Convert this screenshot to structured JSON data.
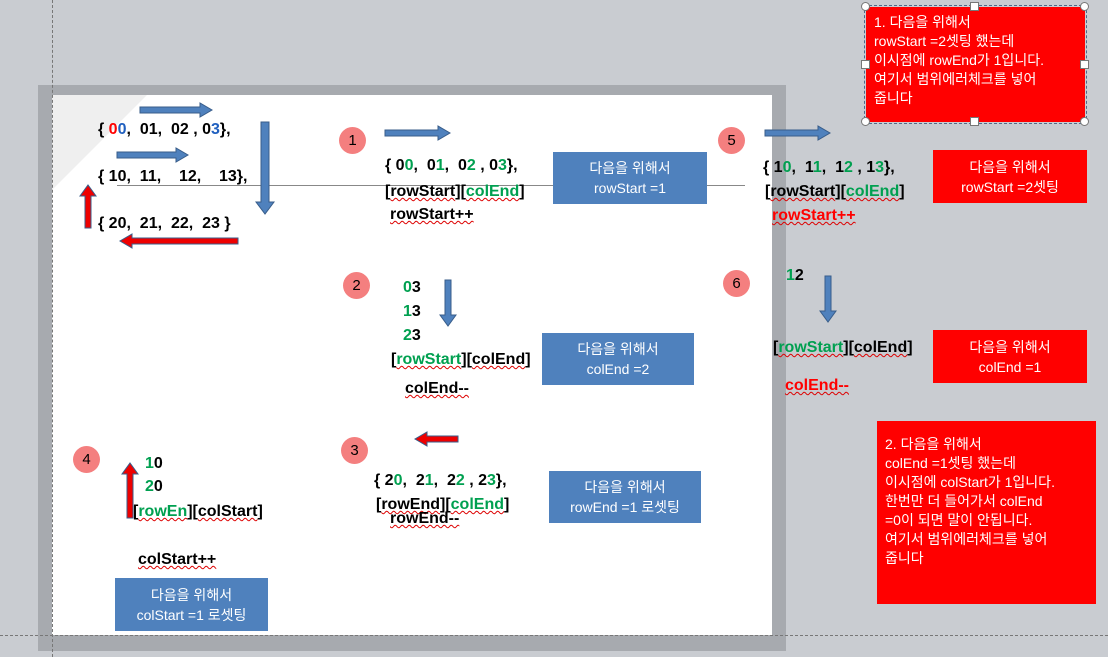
{
  "colors": {
    "blue_box": "#4f81bd",
    "red_box": "#ff0000",
    "green": "#00a050",
    "step_circle": "#f47f7f"
  },
  "matrix": [
    [
      {
        "t": "{ "
      },
      {
        "t": "0",
        "c": "#ff0000"
      },
      {
        "t": "0",
        "c": "#1f5fbf"
      },
      {
        "t": ",  01,  02 , 0"
      },
      {
        "t": "3",
        "c": "#1f5fbf"
      },
      {
        "t": "},"
      }
    ],
    [
      {
        "t": "{ 10,  11,    12,    13},"
      }
    ],
    [
      {
        "t": "{ 20,  21,  22,  23 }"
      }
    ]
  ],
  "steps": [
    {
      "num": "1",
      "lines": [
        [
          {
            "t": "{ 0"
          },
          {
            "t": "0",
            "c": "#00a050"
          },
          {
            "t": ",  0"
          },
          {
            "t": "1",
            "c": "#00a050"
          },
          {
            "t": ",  0"
          },
          {
            "t": "2",
            "c": "#00a050"
          },
          {
            "t": " , 0"
          },
          {
            "t": "3",
            "c": "#00a050"
          },
          {
            "t": "},"
          }
        ],
        [
          {
            "t": "["
          },
          {
            "t": "rowStart",
            "s": 1
          },
          {
            "t": "]["
          },
          {
            "t": "colEnd",
            "c": "#00a050",
            "s": 1
          },
          {
            "t": "]"
          }
        ],
        [
          {
            "t": "rowStart++",
            "s": 1
          }
        ]
      ],
      "box": [
        "다음을 위해서",
        "rowStart =1"
      ]
    },
    {
      "num": "2",
      "lines": [
        [
          {
            "t": "0",
            "c": "#00a050"
          },
          {
            "t": "3"
          }
        ],
        [
          {
            "t": "1",
            "c": "#00a050"
          },
          {
            "t": "3"
          }
        ],
        [
          {
            "t": "2",
            "c": "#00a050"
          },
          {
            "t": "3"
          }
        ],
        [
          {
            "t": "["
          },
          {
            "t": "rowStart",
            "c": "#00a050",
            "s": 1
          },
          {
            "t": "]["
          },
          {
            "t": "colEnd",
            "s": 1
          },
          {
            "t": "]"
          }
        ],
        [
          {
            "t": "colEnd--",
            "s": 1
          }
        ]
      ],
      "box": [
        "다음을 위해서",
        "colEnd =2"
      ]
    },
    {
      "num": "3",
      "lines": [
        [
          {
            "t": "{ 2"
          },
          {
            "t": "0",
            "c": "#00a050"
          },
          {
            "t": ",  2"
          },
          {
            "t": "1",
            "c": "#00a050"
          },
          {
            "t": ",  2"
          },
          {
            "t": "2",
            "c": "#00a050"
          },
          {
            "t": " , 2"
          },
          {
            "t": "3",
            "c": "#00a050"
          },
          {
            "t": "},"
          }
        ],
        [
          {
            "t": "["
          },
          {
            "t": "rowEnd",
            "s": 1
          },
          {
            "t": "]["
          },
          {
            "t": "colEnd",
            "c": "#00a050",
            "s": 1
          },
          {
            "t": "]"
          }
        ],
        [
          {
            "t": "rowEnd--",
            "s": 1
          }
        ]
      ],
      "box": [
        "다음을 위해서",
        "rowEnd =1 로셋팅"
      ]
    },
    {
      "num": "4",
      "lines": [
        [
          {
            "t": "1",
            "c": "#00a050"
          },
          {
            "t": "0"
          }
        ],
        [
          {
            "t": "2",
            "c": "#00a050"
          },
          {
            "t": "0"
          }
        ],
        [
          {
            "t": "["
          },
          {
            "t": "rowEn",
            "c": "#00a050",
            "s": 1
          },
          {
            "t": "]["
          },
          {
            "t": "colStart",
            "s": 1
          },
          {
            "t": "]"
          }
        ],
        [
          {
            "t": "colStart++",
            "s": 1
          }
        ]
      ],
      "box": [
        "다음을 위해서",
        "colStart =1 로셋팅"
      ]
    },
    {
      "num": "5",
      "lines": [
        [
          {
            "t": "{ 1"
          },
          {
            "t": "0",
            "c": "#00a050"
          },
          {
            "t": ",  1"
          },
          {
            "t": "1",
            "c": "#00a050"
          },
          {
            "t": ",  1"
          },
          {
            "t": "2",
            "c": "#00a050"
          },
          {
            "t": " , 1"
          },
          {
            "t": "3",
            "c": "#00a050"
          },
          {
            "t": "},"
          }
        ],
        [
          {
            "t": "["
          },
          {
            "t": "rowStart",
            "s": 1
          },
          {
            "t": "]["
          },
          {
            "t": "colEnd",
            "c": "#00a050",
            "s": 1
          },
          {
            "t": "]"
          }
        ],
        [
          {
            "t": "rowStart++",
            "c": "#ff0000",
            "s": 1
          }
        ]
      ],
      "box": [
        "다음을 위해서",
        "rowStart =2셋팅"
      ]
    },
    {
      "num": "6",
      "lines": [
        [
          {
            "t": "1",
            "c": "#00a050"
          },
          {
            "t": "2"
          }
        ],
        [
          {
            "t": "["
          },
          {
            "t": "rowStart",
            "c": "#00a050",
            "s": 1
          },
          {
            "t": "]["
          },
          {
            "t": "colEnd",
            "s": 1
          },
          {
            "t": "]"
          }
        ],
        [
          {
            "t": "colEnd--",
            "c": "#ff0000",
            "s": 1
          }
        ]
      ],
      "box": [
        "다음을 위해서",
        "colEnd =1"
      ]
    }
  ],
  "notes": [
    "1. 다음을 위해서\nrowStart =2셋팅 했는데\n이시점에 rowEnd가 1입니다.\n여기서 범위에러체크를 넣어\n줍니다",
    "2. 다음을 위해서\ncolEnd =1셋팅 했는데\n이시점에 colStart가 1입니다.\n한번만 더 들어가서 colEnd\n=0이 되면 말이 안됩니다.\n여기서 범위에러체크를 넣어\n줍니다"
  ]
}
